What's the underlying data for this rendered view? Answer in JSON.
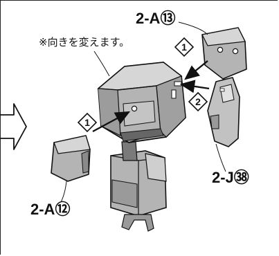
{
  "note": "※向きを変えます。",
  "callouts": {
    "part_a13": "2-A⑬",
    "part_j38": "2-J㊳",
    "part_a12": "2-A⑫"
  },
  "steps": {
    "step1_top": "1",
    "step2": "2",
    "step1_bottom": "1"
  },
  "icons": {
    "flow": "hollow-right-arrow-icon"
  },
  "colors": {
    "part_fill": "#b4b4b4",
    "part_dark": "#7a7a7a",
    "part_light": "#d9d9d9",
    "line": "#111111"
  }
}
